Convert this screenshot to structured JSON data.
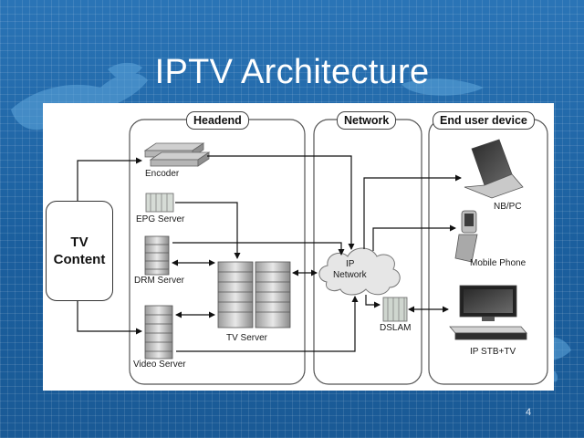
{
  "slide": {
    "title": "IPTV Architecture",
    "page_number": "4"
  },
  "diagram": {
    "sections": {
      "headend": "Headend",
      "network": "Network",
      "end_user": "End user device"
    },
    "source": {
      "line1": "TV",
      "line2": "Content"
    },
    "nodes": {
      "encoder": "Encoder",
      "epg_server": "EPG Server",
      "drm_server": "DRM Server",
      "video_server": "Video Server",
      "tv_server": "TV Server",
      "ip_network_line1": "IP",
      "ip_network_line2": "Network",
      "dslam": "DSLAM",
      "nb_pc": "NB/PC",
      "mobile_phone": "Mobile Phone",
      "ip_stb_tv": "IP STB+TV"
    }
  },
  "colors": {
    "slide_background": "#1d63a3",
    "title_text": "#ffffff",
    "panel_background": "#ffffff"
  }
}
